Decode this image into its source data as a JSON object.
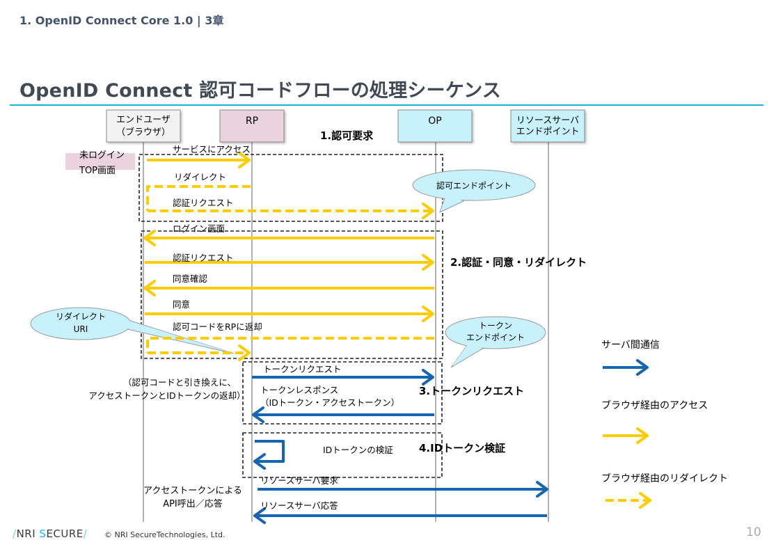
{
  "header": {
    "chapter": "1. OpenID Connect Core 1.0 | 3章",
    "title": "OpenID Connect 認可コードフローの処理シーケンス"
  },
  "colors": {
    "accent_rule": "#1fb0d0",
    "server_arrow": "#1565b0",
    "browser_arrow": "#ffcc00",
    "enduser_box": "#f2f2f2",
    "rp_box": "#ead3dc",
    "op_box": "#c7f1fb",
    "callout_fill": "#c7f1fb"
  },
  "actors": [
    {
      "id": "enduser",
      "line1": "エンドユーザ",
      "line2": "（ブラウザ）"
    },
    {
      "id": "rp",
      "line1": "RP",
      "line2": ""
    },
    {
      "id": "op",
      "line1": "OP",
      "line2": ""
    },
    {
      "id": "resource",
      "line1": "リソースサーバ",
      "line2": "エンドポイント"
    }
  ],
  "side_notes": {
    "not_logged_in_line1": "未ログイン",
    "not_logged_in_line2": "TOP画面",
    "token_exchange_line1": "（認可コードと引き換えに、",
    "token_exchange_line2": "アクセストークンとIDトークンの返却）",
    "api_call_line1": "アクセストークンによる",
    "api_call_line2": "API呼出／応答"
  },
  "callouts": {
    "authz_endpoint": "認可エンドポイント",
    "token_endpoint_line1": "トークン",
    "token_endpoint_line2": "エンドポイント",
    "redirect_uri_line1": "リダイレクト",
    "redirect_uri_line2": "URI"
  },
  "phases": [
    {
      "label": "1.認可要求"
    },
    {
      "label": "2.認証・同意・リダイレクト"
    },
    {
      "label": "3.トークンリクエスト"
    },
    {
      "label": "4.IDトークン検証"
    }
  ],
  "messages": [
    {
      "label": "サービスにアクセス",
      "type": "browser"
    },
    {
      "label": "リダイレクト",
      "type": "redirect"
    },
    {
      "label": "認証リクエスト",
      "type": "redirect"
    },
    {
      "label": "ログイン画面",
      "type": "browser"
    },
    {
      "label": "認証リクエスト",
      "type": "browser"
    },
    {
      "label": "同意確認",
      "type": "browser"
    },
    {
      "label": "同意",
      "type": "browser"
    },
    {
      "label": "認可コードをRPに返却",
      "type": "redirect"
    },
    {
      "label": "トークンリクエスト",
      "type": "server"
    },
    {
      "label": "トークンレスポンス",
      "type": "server"
    },
    {
      "label": "（IDトークン・アクセストークン）",
      "type": "server"
    },
    {
      "label": "IDトークンの検証",
      "type": "server"
    },
    {
      "label": "リソースサーバ要求",
      "type": "server"
    },
    {
      "label": "リソースサーバ応答",
      "type": "server"
    }
  ],
  "legend": [
    {
      "label": "サーバ間通信",
      "type": "server"
    },
    {
      "label": "ブラウザ経由のアクセス",
      "type": "browser"
    },
    {
      "label": "ブラウザ経由のリダイレクト",
      "type": "redirect"
    }
  ],
  "footer": {
    "logo_pre": "NRI ",
    "logo_s": "S",
    "logo_post": "ECURE",
    "copyright": "© NRI SecureTechnologies, Ltd.",
    "page_number": "10"
  }
}
